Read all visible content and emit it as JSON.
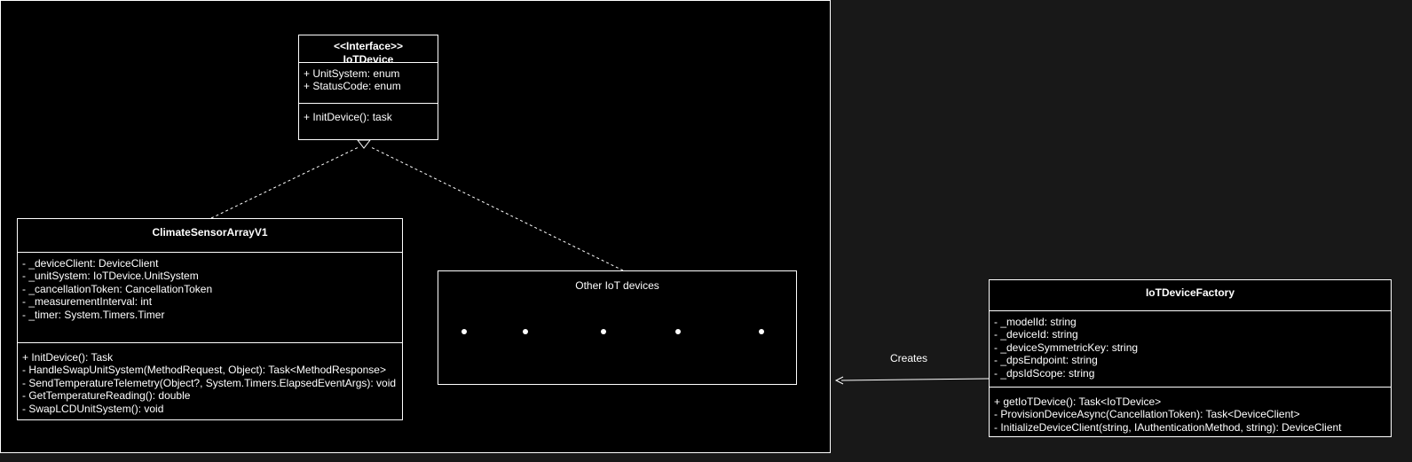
{
  "interface_box": {
    "stereotype": "<<Interface>>",
    "name": "IoTDevice",
    "attributes": [
      "+ UnitSystem: enum",
      "+ StatusCode: enum"
    ],
    "operations": [
      "+ InitDevice(): task"
    ]
  },
  "climate_box": {
    "name": "ClimateSensorArrayV1",
    "attributes": [
      "- _deviceClient: DeviceClient",
      "- _unitSystem: IoTDevice.UnitSystem",
      "- _cancellationToken: CancellationToken",
      "- _measurementInterval: int",
      "- _timer: System.Timers.Timer"
    ],
    "operations": [
      "+ InitDevice(): Task",
      "- HandleSwapUnitSystem(MethodRequest, Object): Task<MethodResponse>",
      "- SendTemperatureTelemetry(Object?, System.Timers.ElapsedEventArgs): void",
      "- GetTemperatureReading(): double",
      "- SwapLCDUnitSystem(): void"
    ]
  },
  "other_devices": {
    "title": "Other IoT devices"
  },
  "factory_box": {
    "name": "IoTDeviceFactory",
    "attributes": [
      "- _modelId: string",
      "- _deviceId: string",
      "- _deviceSymmetricKey: string",
      "- _dpsEndpoint: string",
      "- _dpsIdScope: string"
    ],
    "operations": [
      "+ getIoTDevice(): Task<IoTDevice>",
      "- ProvisionDeviceAsync(CancellationToken): Task<DeviceClient>",
      "- InitializeDeviceClient(string, IAuthenticationMethod, string): DeviceClient"
    ]
  },
  "edges": {
    "creates_label": "Creates"
  },
  "colors": {
    "canvas": "#181818",
    "frame": "#000000",
    "stroke": "#ffffff"
  }
}
